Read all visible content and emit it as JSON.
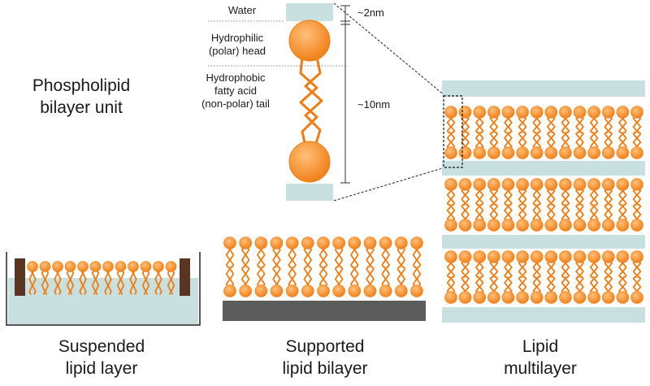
{
  "unit": {
    "title": [
      "Phospholipid",
      "bilayer unit"
    ],
    "water": "Water",
    "head": [
      "Hydrophilic",
      "(polar) head"
    ],
    "tail": [
      "Hydrophobic",
      "fatty acid",
      "(non-polar) tail"
    ],
    "dim_small": "~2nm",
    "dim_large": "~10nm"
  },
  "captions": {
    "suspended": [
      "Suspended",
      "lipid layer"
    ],
    "supported": [
      "Supported",
      "lipid bilayer"
    ],
    "multilayer": [
      "Lipid",
      "multilayer"
    ]
  },
  "colors": {
    "lipid_light": "#ffb061",
    "lipid_dark": "#f07c12",
    "water": "#c9e0e0",
    "substrate": "#5c5c5c",
    "frame_post": "#5a3524"
  }
}
